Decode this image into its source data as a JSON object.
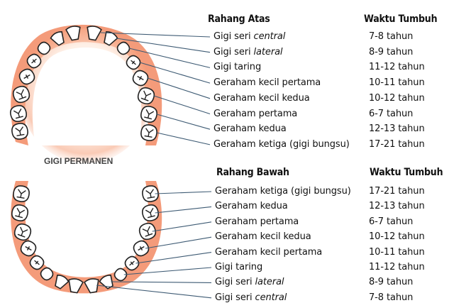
{
  "arch_title": "GIGI PERMANEN",
  "colors": {
    "gum": "#ef7a55",
    "gum_glow": "#fbd9c4",
    "tooth": "#ffffff",
    "tooth_outline": "#222222",
    "line": "#3d5a73"
  },
  "upper": {
    "header": "Rahang Atas",
    "time_header": "Waktu Tumbuh",
    "rows": [
      {
        "name": "Gigi seri ",
        "italic": "central",
        "age": "7-8 tahun"
      },
      {
        "name": "Gigi seri ",
        "italic": "lateral",
        "age": "8-9 tahun"
      },
      {
        "name": "Gigi taring",
        "italic": "",
        "age": "11-12 tahun"
      },
      {
        "name": "Geraham kecil pertama",
        "italic": "",
        "age": "10-11 tahun"
      },
      {
        "name": "Geraham kecil kedua",
        "italic": "",
        "age": "10-12 tahun"
      },
      {
        "name": "Geraham pertama",
        "italic": "",
        "age": "6-7 tahun"
      },
      {
        "name": "Geraham kedua",
        "italic": "",
        "age": "12-13 tahun"
      },
      {
        "name": "Geraham ketiga (gigi bungsu)",
        "italic": "",
        "age": "17-21 tahun"
      }
    ]
  },
  "lower": {
    "header": "Rahang Bawah",
    "time_header": "Waktu Tumbuh",
    "rows": [
      {
        "name": "Geraham ketiga (gigi bungsu)",
        "italic": "",
        "age": "17-21 tahun"
      },
      {
        "name": "Geraham kedua",
        "italic": "",
        "age": "12-13 tahun"
      },
      {
        "name": "Geraham pertama",
        "italic": "",
        "age": "6-7 tahun"
      },
      {
        "name": "Geraham kecil kedua",
        "italic": "",
        "age": "10-12 tahun"
      },
      {
        "name": "Geraham kecil pertama",
        "italic": "",
        "age": "10-11 tahun"
      },
      {
        "name": "Gigi taring",
        "italic": "",
        "age": "11-12 tahun"
      },
      {
        "name": "Gigi seri ",
        "italic": "lateral",
        "age": "8-9 tahun"
      },
      {
        "name": "Gigi seri ",
        "italic": "central",
        "age": "7-8 tahun"
      }
    ]
  }
}
